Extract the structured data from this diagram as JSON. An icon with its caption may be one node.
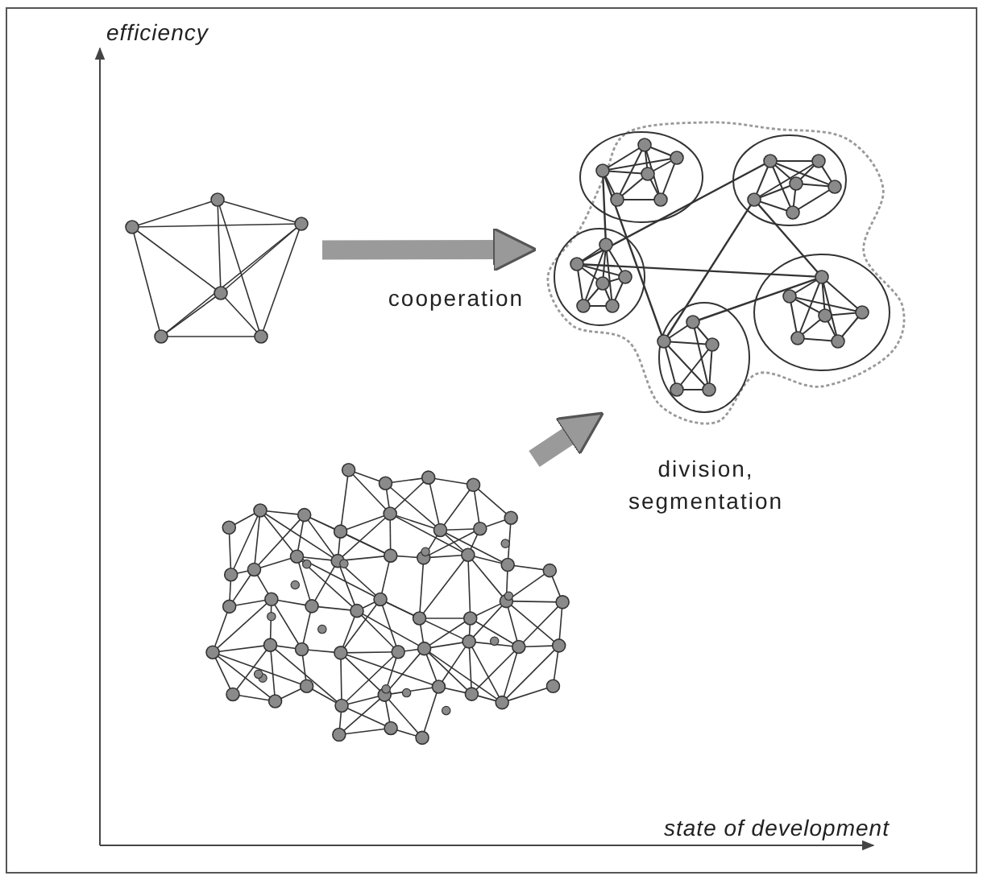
{
  "diagram": {
    "nodes": [
      {
        "text": [],
        "shape": "picture"
      },
      {
        "text": [],
        "shape": "picture"
      },
      {
        "text": [],
        "shape": "picture"
      }
    ],
    "edges": [
      {
        "from": 0,
        "to": 2,
        "arrow": "to",
        "label": "cooperation"
      },
      {
        "from": 1,
        "to": 2,
        "arrow": "to",
        "label": "division, segmentation"
      }
    ],
    "labels": [
      "efficiency",
      "state of development"
    ]
  }
}
